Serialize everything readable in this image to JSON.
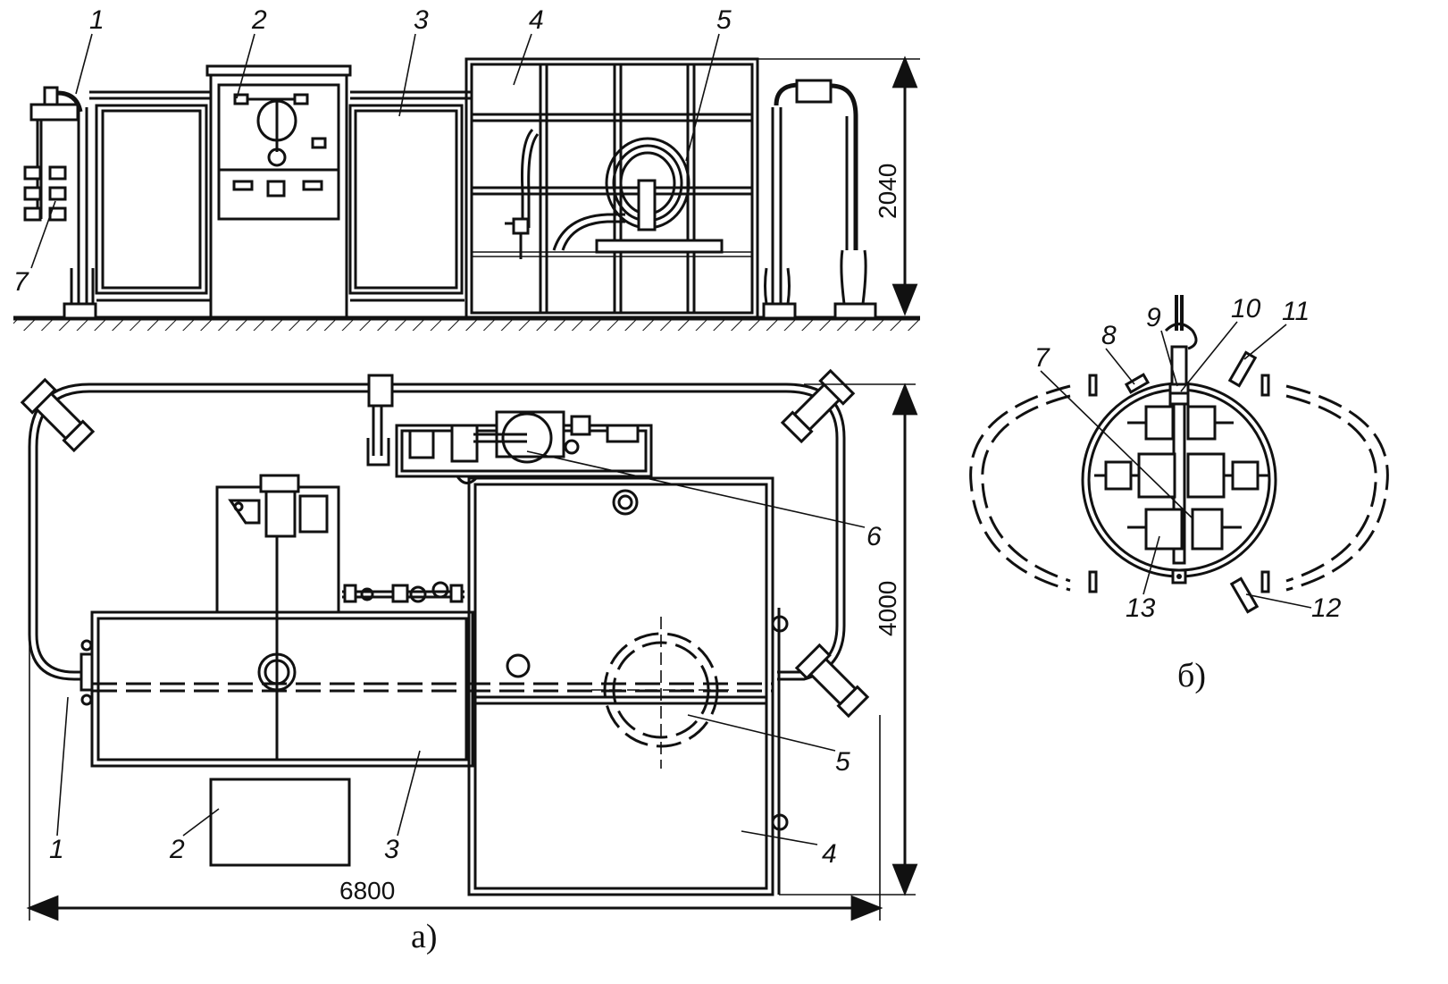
{
  "views": {
    "side": {
      "labels": [
        "1",
        "2",
        "3",
        "4",
        "5",
        "7"
      ],
      "dimension_height": "2040"
    },
    "plan": {
      "labels": [
        "6",
        "5",
        "4",
        "3",
        "2",
        "1"
      ],
      "dimension_width": "6800",
      "dimension_depth": "4000"
    },
    "caption_a": "а)",
    "detail": {
      "labels": [
        "7",
        "8",
        "9",
        "10",
        "11",
        "12",
        "13"
      ],
      "caption": "б)"
    }
  }
}
